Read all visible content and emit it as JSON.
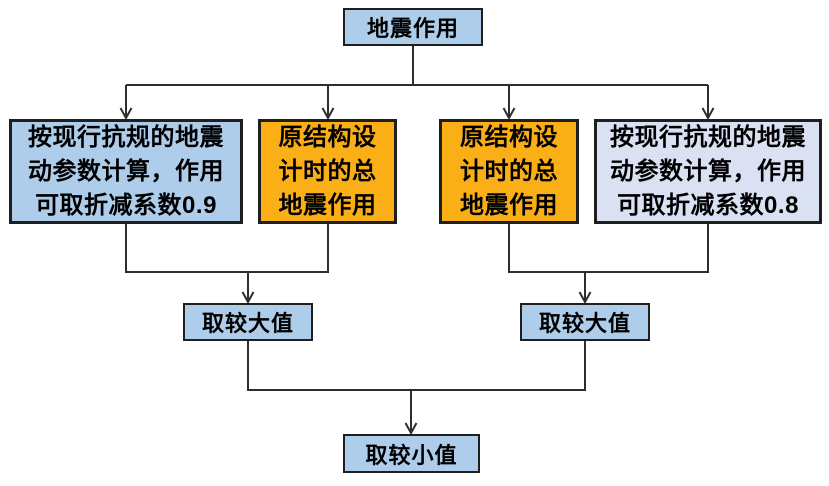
{
  "colors": {
    "light_blue": "#AECDEA",
    "orange": "#FBAF17",
    "pale_blue": "#D9E1F2",
    "line": "#2E2E2E",
    "border": "#1F1F1F"
  },
  "nodes": {
    "root": {
      "label": "地震作用"
    },
    "calc_09": {
      "lines": [
        "按现行抗规的地震",
        "动参数计算，作用",
        "可取折减系数0.9"
      ]
    },
    "original_left": {
      "lines": [
        "原结构设",
        "计时的总",
        "地震作用"
      ]
    },
    "original_right": {
      "lines": [
        "原结构设",
        "计时的总",
        "地震作用"
      ]
    },
    "calc_08": {
      "lines": [
        "按现行抗规的地震",
        "动参数计算，作用",
        "可取折减系数0.8"
      ]
    },
    "max_left": {
      "label": "取较大值"
    },
    "max_right": {
      "label": "取较大值"
    },
    "min": {
      "label": "取较小值"
    }
  }
}
